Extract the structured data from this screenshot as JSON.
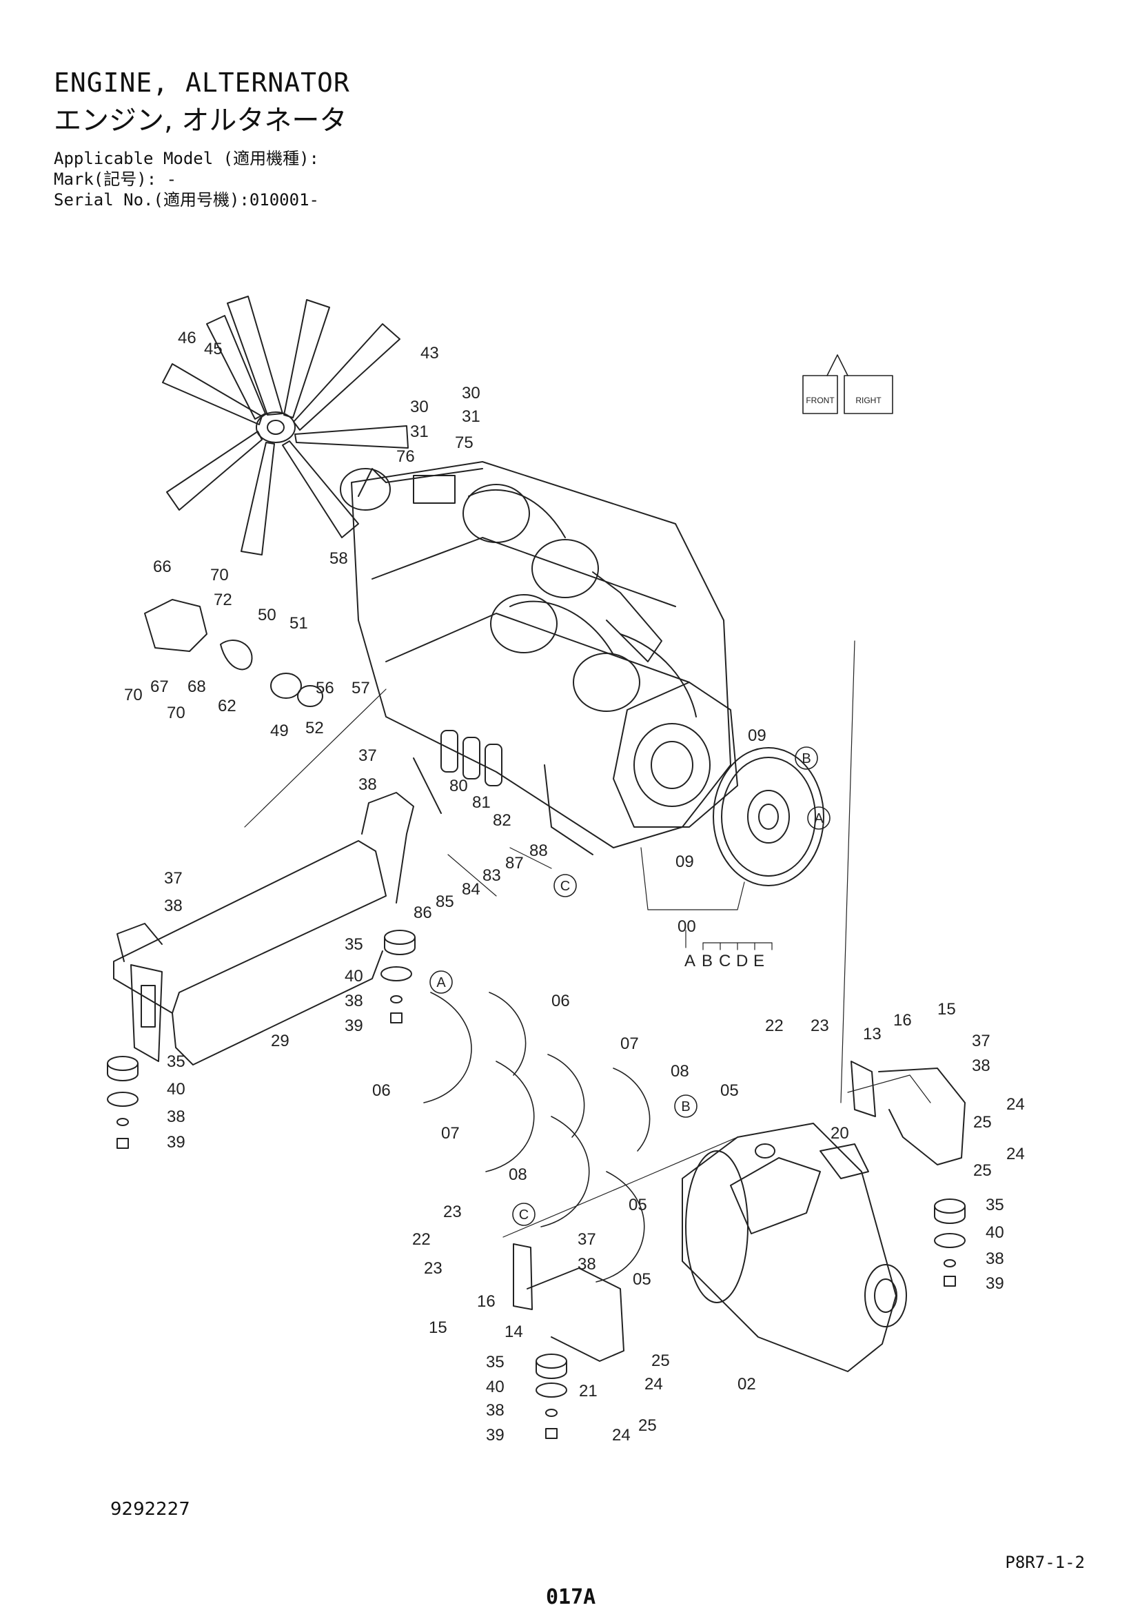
{
  "header": {
    "title_en": "ENGINE, ALTERNATOR",
    "title_jp": "エンジン, オルタネータ",
    "model": "Applicable Model (適用機種):",
    "mark": "Mark(記号): -",
    "serial": "Serial No.(適用号機):010001-"
  },
  "orientation": {
    "front": "FRONT",
    "right": "RIGHT"
  },
  "callouts": [
    "46",
    "45",
    "43",
    "30",
    "30",
    "31",
    "31",
    "76",
    "75",
    "66",
    "70",
    "72",
    "58",
    "50",
    "51",
    "70",
    "67",
    "68",
    "70",
    "62",
    "56",
    "57",
    "49",
    "52",
    "37",
    "38",
    "80",
    "81",
    "82",
    "83",
    "84",
    "85",
    "86",
    "87",
    "88",
    "09",
    "09",
    "00",
    "A",
    "B",
    "C",
    "D",
    "E",
    "37",
    "38",
    "35",
    "40",
    "38",
    "39",
    "29",
    "35",
    "40",
    "38",
    "39",
    "06",
    "06",
    "07",
    "07",
    "08",
    "08",
    "05",
    "05",
    "05",
    "22",
    "23",
    "13",
    "16",
    "15",
    "37",
    "38",
    "20",
    "24",
    "25",
    "24",
    "25",
    "35",
    "40",
    "38",
    "39",
    "02",
    "23",
    "22",
    "23",
    "37",
    "38",
    "16",
    "15",
    "14",
    "35",
    "21",
    "25",
    "40",
    "24",
    "38",
    "39",
    "24",
    "25"
  ],
  "ref_markers": [
    "A",
    "B",
    "C",
    "A",
    "B",
    "C"
  ],
  "footer": {
    "drawing_number": "9292227",
    "reference": "P8R7-1-2",
    "page": "017A"
  }
}
